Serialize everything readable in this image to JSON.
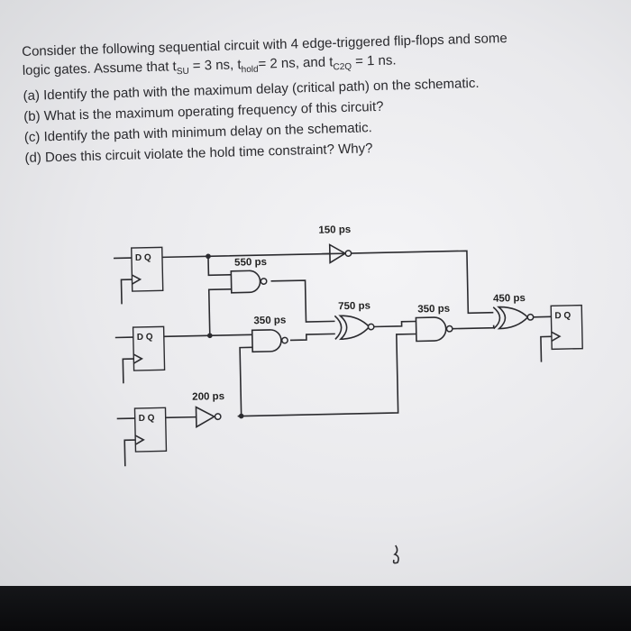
{
  "question": {
    "intro_line1": "Consider the following sequential circuit with 4 edge-triggered flip-flops and some",
    "intro_line2": {
      "a": "logic gates. Assume that t",
      "su_sub": "SU",
      "b": " = 3 ns, t",
      "hold_sub": "hold",
      "c": "= 2 ns, and t",
      "c2q_sub": "C2Q",
      "d": " = 1 ns."
    },
    "items": [
      "(a) Identify the path with the maximum delay (critical path) on the schematic.",
      "(b) What is the maximum operating frequency of this circuit?",
      "(c) Identify the path with minimum delay on the schematic.",
      "(d) Does this circuit violate the hold time constraint? Why?"
    ]
  },
  "schematic": {
    "flipflop_label": "D Q",
    "delays": {
      "inverter_top": "150 ps",
      "nand_top": "550 ps",
      "and_left": "350 ps",
      "xnor_mid": "750 ps",
      "nand_mid": "350 ps",
      "xor_right": "450 ps",
      "buffer_bottom": "200 ps"
    }
  }
}
